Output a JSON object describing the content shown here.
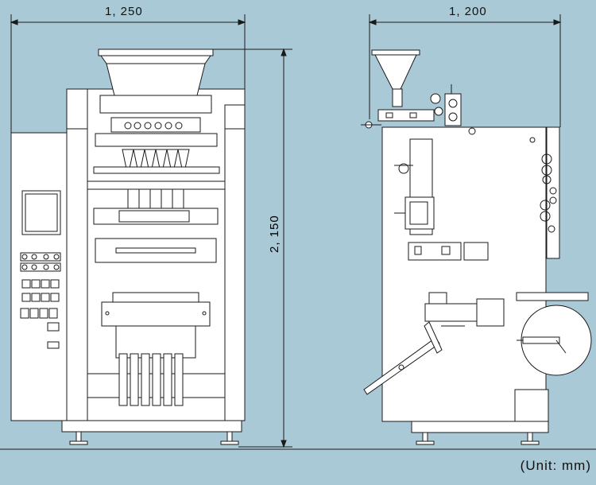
{
  "dimensions": {
    "front_width": "1, 250",
    "side_width": "1, 200",
    "height": "2, 150"
  },
  "unit_label": "(Unit: mm)",
  "colors": {
    "background": "#a9c9d6",
    "machine_fill": "#ffffff",
    "line": "#1a1a1a"
  }
}
